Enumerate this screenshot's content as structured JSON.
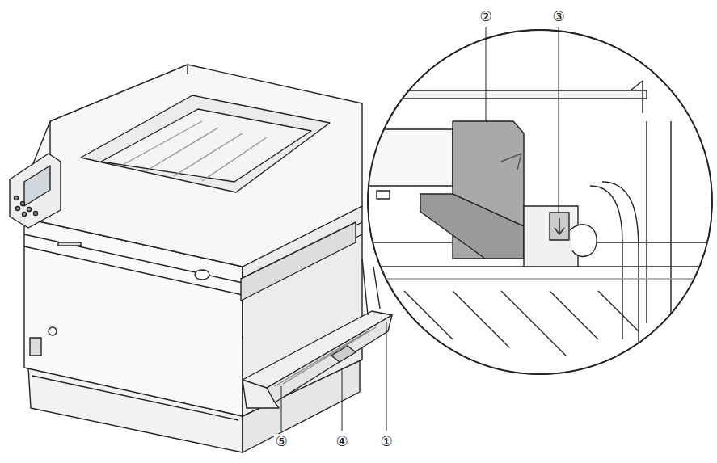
{
  "diagram": {
    "labels": [
      "②",
      "③",
      "⑤",
      "④",
      "①"
    ]
  }
}
